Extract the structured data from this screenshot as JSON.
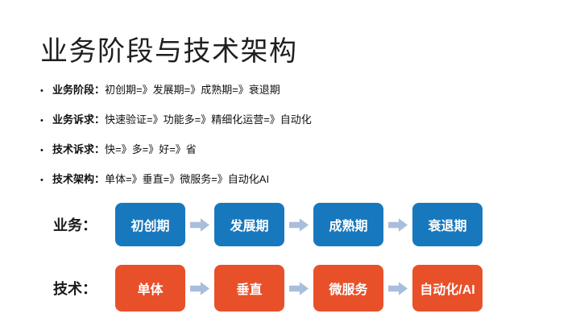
{
  "slide": {
    "title": "业务阶段与技术架构",
    "bullet_marker": "•",
    "bullets": [
      {
        "label": "业务阶段：",
        "text": "初创期=》发展期=》成熟期=》衰退期"
      },
      {
        "label": "业务诉求：",
        "text": "快速验证=》功能多=》精细化运营=》自动化"
      },
      {
        "label": "技术诉求：",
        "text": "快=》多=》好=》省"
      },
      {
        "label": "技术架构：",
        "text": "单体=》垂直=》微服务=》自动化AI"
      }
    ],
    "rows": [
      {
        "label": "业务：",
        "boxes": [
          "初创期",
          "发展期",
          "成熟期",
          "衰退期"
        ]
      },
      {
        "label": "技术：",
        "boxes": [
          "单体",
          "垂直",
          "微服务",
          "自动化/AI"
        ]
      }
    ],
    "colors": {
      "business_box": "#1878BE",
      "tech_box": "#E8502A",
      "arrow": "#A9BEDD",
      "box_text": "#FFFFFF",
      "title_text": "#1F1F1F"
    }
  }
}
